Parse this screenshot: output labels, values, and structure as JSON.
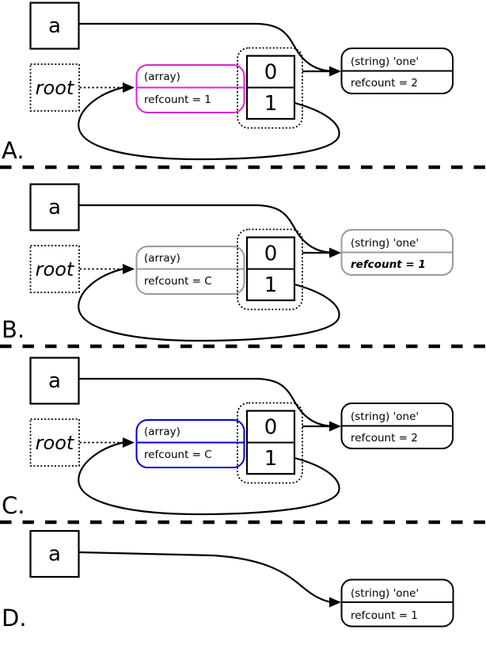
{
  "palette": {
    "ink": "#000000",
    "array_highlight_panel_a": "#dd22dd",
    "array_highlight_panel_c": "#0000cc",
    "muted_gray": "#999999",
    "muted_gray_dark": "#777777"
  },
  "panels": [
    {
      "label": "A.",
      "var_box": {
        "label": "a"
      },
      "root_box": {
        "label": "root"
      },
      "array_node": {
        "type_label": "(array)",
        "refcount_label": "refcount = 1",
        "color": "#dd22dd"
      },
      "cells": [
        "0",
        "1"
      ],
      "string_node": {
        "type_label": "(string) 'one'",
        "refcount_label": "refcount = 2",
        "color": "#000000",
        "refcount_color": "#000000"
      }
    },
    {
      "label": "B.",
      "var_box": {
        "label": "a"
      },
      "root_box": {
        "label": "root"
      },
      "array_node": {
        "type_label": "(array)",
        "refcount_label": "refcount = C",
        "color": "#999999"
      },
      "cells": [
        "0",
        "1"
      ],
      "string_node": {
        "type_label": "(string) 'one'",
        "refcount_label": "refcount = 1",
        "color": "#999999",
        "refcount_color": "#777777"
      }
    },
    {
      "label": "C.",
      "var_box": {
        "label": "a"
      },
      "root_box": {
        "label": "root"
      },
      "array_node": {
        "type_label": "(array)",
        "refcount_label": "refcount = C",
        "color": "#0000cc"
      },
      "cells": [
        "0",
        "1"
      ],
      "string_node": {
        "type_label": "(string) 'one'",
        "refcount_label": "refcount = 2",
        "color": "#000000",
        "refcount_color": "#000000"
      }
    },
    {
      "label": "D.",
      "var_box": {
        "label": "a"
      },
      "string_node": {
        "type_label": "(string) 'one'",
        "refcount_label": "refcount = 1",
        "color": "#000000",
        "refcount_color": "#000000"
      }
    }
  ]
}
